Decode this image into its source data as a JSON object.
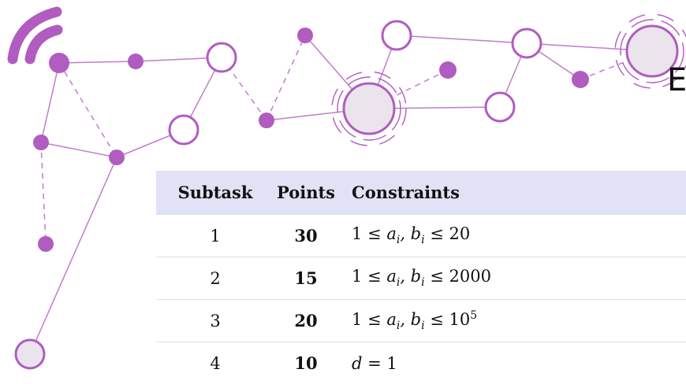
{
  "header": {
    "corner_letter": "E"
  },
  "table": {
    "columns": [
      "Subtask",
      "Points",
      "Constraints"
    ],
    "rows": [
      {
        "subtask": "1",
        "points": "30",
        "constraint": "1 ≤ a_i, b_i ≤ 20"
      },
      {
        "subtask": "2",
        "points": "15",
        "constraint": "1 ≤ a_i, b_i ≤ 2000"
      },
      {
        "subtask": "3",
        "points": "20",
        "constraint": "1 ≤ a_i, b_i ≤ 10^5"
      },
      {
        "subtask": "4",
        "points": "10",
        "constraint": "d = 1"
      }
    ]
  },
  "decor": {
    "accent": "#b05cc0",
    "node_fill": "#ece4ec"
  },
  "icons": [
    "wifi-icon"
  ]
}
